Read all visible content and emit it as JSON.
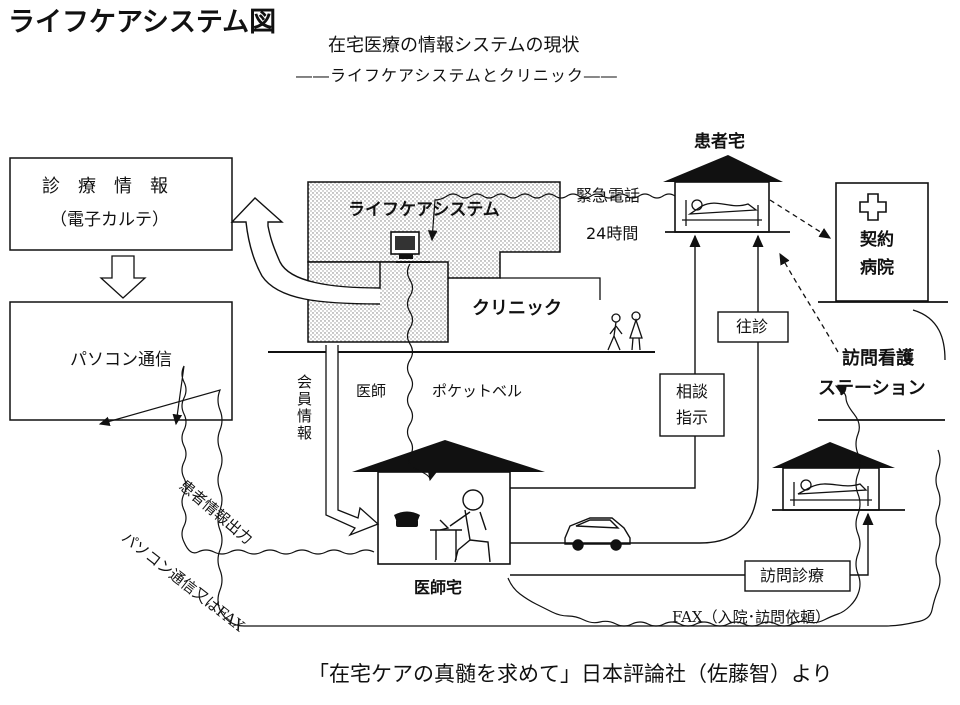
{
  "header": {
    "page_title": "ライフケアシステム図",
    "diagram_title": "在宅医療の情報システムの現状",
    "diagram_subtitle": "――ライフケアシステムとクリニック――"
  },
  "boxes": {
    "medical_info": {
      "line1": "診　療　情　報",
      "line2": "（電子カルテ）"
    },
    "pc_comm": "パソコン通信",
    "lifecare": "ライフケアシステム",
    "clinic": "クリニック",
    "consult": {
      "line1": "相談",
      "line2": "指示"
    },
    "house_call": "往診",
    "visit_care": "訪問診療"
  },
  "places": {
    "patient_home": "患者宅",
    "hospital": {
      "line1": "契約",
      "line2": "病院"
    },
    "nursing": {
      "line1": "訪問看護",
      "line2": "ステーション"
    },
    "doctor_home": "医師宅"
  },
  "labels": {
    "emergency_call": "緊急電話",
    "hours24": "24時間",
    "member_info": "会員情報",
    "doctor": "医師",
    "pocket_bell": "ポケットベル",
    "patient_info_output": "患者情報出力",
    "pc_or_fax": "パソコン通信又はFAX",
    "fax_request": "FAX（入院･訪問依頼）"
  },
  "footer": {
    "citation": "「在宅ケアの真髄を求めて」日本評論社（佐藤智）より"
  },
  "icons": [
    "computer-icon",
    "telephone-icon",
    "car-icon",
    "bed-icon",
    "red-cross-icon",
    "people-icon",
    "doctor-icon"
  ]
}
